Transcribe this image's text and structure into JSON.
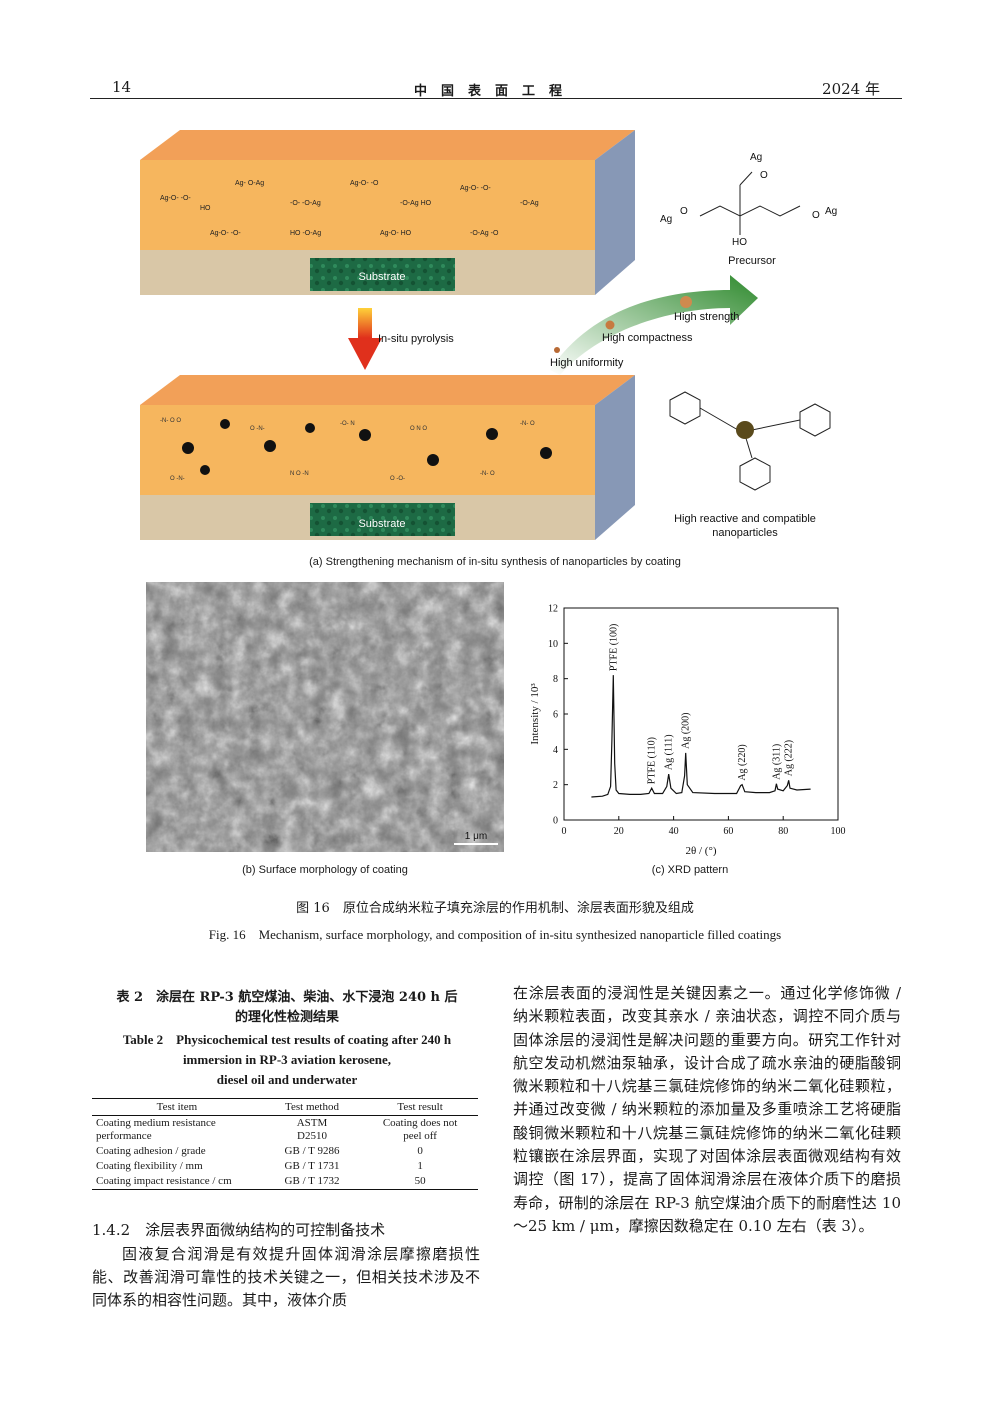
{
  "header": {
    "page_number": "14",
    "journal": "中国表面工程",
    "year": "2024 年"
  },
  "figure_a": {
    "substrate_top": "Substrate",
    "substrate_bottom": "Substrate",
    "arrow_label": "In-situ pyrolysis",
    "precursor_label": "Precursor",
    "benefit_1": "High uniformity",
    "benefit_2": "High compactness",
    "benefit_3": "High strength",
    "nano_label_1": "High reactive and compatible",
    "nano_label_2": "nanoparticles",
    "caption": "(a) Strengthening mechanism of in-situ synthesis of nanoparticles by coating",
    "colors": {
      "coating": "#f6b55c",
      "coating_top": "#f3a15a",
      "side": "#8a9bb8",
      "substrate": "#d8c6a6",
      "substrate_patch": "#1f6b45",
      "arrow": "#e33b1e",
      "green_arrow": "#3f9a3a"
    }
  },
  "figure_b": {
    "scale_bar": "1 μm",
    "caption": "(b) Surface morphology of coating"
  },
  "chart_data": {
    "type": "line",
    "title": "",
    "xlabel": "2θ / (°)",
    "ylabel": "Intensity / 10³",
    "xlim": [
      0,
      100
    ],
    "ylim": [
      0,
      12
    ],
    "xticks": [
      0,
      20,
      40,
      60,
      80,
      100
    ],
    "yticks": [
      2,
      4,
      6,
      8,
      10,
      12
    ],
    "grid": false,
    "series": [
      {
        "x": [
          10,
          14,
          16,
          17,
          17.5,
          18,
          18.5,
          19,
          20,
          24,
          28,
          31,
          32,
          33,
          36,
          37.5,
          38.2,
          39,
          41,
          43,
          44,
          44.4,
          45,
          47,
          55,
          63,
          64.5,
          65,
          66,
          70,
          75,
          77,
          77.5,
          78,
          80,
          81.5,
          82,
          82.5,
          85,
          90
        ],
        "y": [
          1.3,
          1.35,
          1.45,
          1.9,
          4.5,
          8.2,
          3.2,
          1.7,
          1.5,
          1.45,
          1.45,
          1.5,
          1.8,
          1.5,
          1.5,
          1.9,
          2.6,
          1.8,
          1.5,
          1.55,
          2.5,
          3.8,
          2.0,
          1.55,
          1.5,
          1.5,
          1.95,
          2.0,
          1.6,
          1.55,
          1.55,
          1.65,
          2.05,
          1.75,
          1.65,
          1.95,
          2.25,
          1.8,
          1.7,
          1.75
        ]
      }
    ],
    "annotations": [
      {
        "text": "PTFE (100)",
        "x": 18,
        "y": 8.2
      },
      {
        "text": "PTFE (110)",
        "x": 32,
        "y": 1.8
      },
      {
        "text": "Ag (111)",
        "x": 38.2,
        "y": 2.6
      },
      {
        "text": "Ag (200)",
        "x": 44.4,
        "y": 3.8
      },
      {
        "text": "Ag (220)",
        "x": 65,
        "y": 2.0
      },
      {
        "text": "Ag (311)",
        "x": 77.5,
        "y": 2.05
      },
      {
        "text": "Ag (222)",
        "x": 82,
        "y": 2.25
      }
    ],
    "caption": "(c) XRD pattern"
  },
  "figure_caption": {
    "cn": "图 16　原位合成纳米粒子填充涂层的作用机制、涂层表面形貌及组成",
    "en": "Fig. 16　Mechanism, surface morphology, and composition of in-situ synthesized nanoparticle filled coatings"
  },
  "table2": {
    "caption_cn_1": "表 2　涂层在 RP-3 航空煤油、柴油、水下浸泡 240 h 后",
    "caption_cn_2": "的理化性检测结果",
    "caption_en_1": "Table 2　Physicochemical test results of coating after 240 h",
    "caption_en_2": "immersion in RP-3 aviation kerosene,",
    "caption_en_3": "diesel oil and underwater",
    "headers": [
      "Test item",
      "Test method",
      "Test result"
    ],
    "rows": [
      {
        "item_1": "Coating medium resistance",
        "item_2": "performance",
        "method_1": "ASTM",
        "method_2": "D2510",
        "result_1": "Coating does not",
        "result_2": "peel off"
      },
      {
        "item": "Coating adhesion / grade",
        "method": "GB / T 9286",
        "result": "0"
      },
      {
        "item": "Coating flexibility / mm",
        "method": "GB / T 1731",
        "result": "1"
      },
      {
        "item": "Coating impact resistance / cm",
        "method": "GB / T 1732",
        "result": "50"
      }
    ]
  },
  "section": {
    "title": "1.4.2　涂层表界面微纳结构的可控制备技术",
    "para_left": "固液复合润滑是有效提升固体润滑涂层摩擦磨损性能、改善润滑可靠性的技术关键之一，但相关技术涉及不同体系的相容性问题。其中，液体介质",
    "para_right": "在涂层表面的浸润性是关键因素之一。通过化学修饰微 / 纳米颗粒表面，改变其亲水 / 亲油状态，调控不同介质与固体涂层的浸润性是解决问题的重要方向。研究工作针对航空发动机燃油泵轴承，设计合成了疏水亲油的硬脂酸铜微米颗粒和十八烷基三氯硅烷修饰的纳米二氧化硅颗粒，并通过改变微 / 纳米颗粒的添加量及多重喷涂工艺将硬脂酸铜微米颗粒和十八烷基三氯硅烷修饰的纳米二氧化硅颗粒镶嵌在涂层界面，实现了对固体涂层表面微观结构有效调控（图 17），提高了固体润滑涂层在液体介质下的磨损寿命，研制的涂层在 RP-3 航空煤油介质下的耐磨性达 10～25 km / μm，摩擦因数稳定在 0.10 左右（表 3）。"
  }
}
